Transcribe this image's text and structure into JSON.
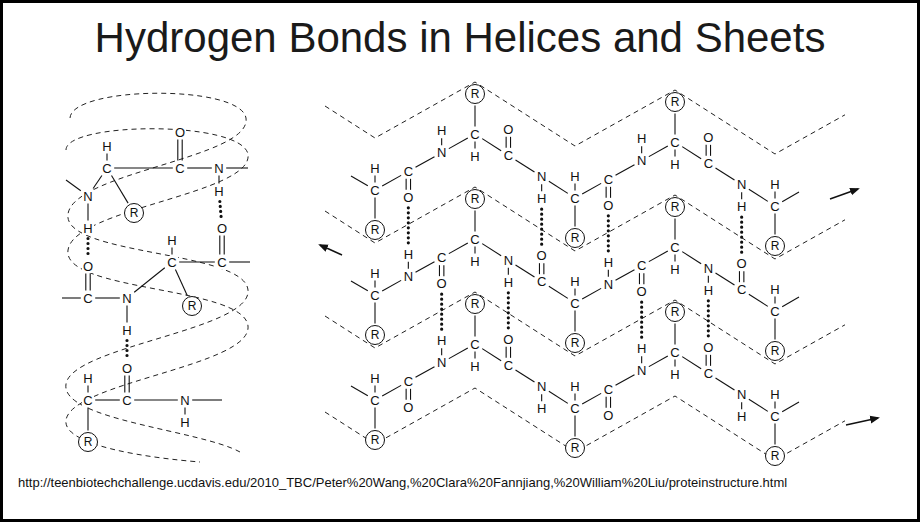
{
  "diagram": {
    "title": "Hydrogen Bonds in Helices and Sheets",
    "caption": "http://teenbiotechchallenge.ucdavis.edu/2010_TBC/Peter%20Wang,%20Clara%20Fannjiang,%20William%20Liu/proteinstructure.html",
    "nodes": [
      {
        "text": [
          "R"
        ]
      },
      {
        "text": [
          "R"
        ]
      },
      {
        "text": [
          "R"
        ]
      },
      {
        "text": [
          "R"
        ]
      },
      {
        "text": [
          "R"
        ]
      },
      {
        "text": [
          "R"
        ]
      },
      {
        "text": [
          "R"
        ]
      },
      {
        "text": [
          "R"
        ]
      },
      {
        "text": [
          "R"
        ]
      },
      {
        "text": [
          "R"
        ]
      },
      {
        "text": [
          "R"
        ]
      },
      {
        "text": [
          "R"
        ]
      },
      {
        "text": [
          "R"
        ]
      },
      {
        "text": [
          "R"
        ]
      },
      {
        "text": [
          "R"
        ]
      },
      {
        "text": [
          "R"
        ]
      },
      {
        "text": [
          "R"
        ]
      },
      {
        "text": [
          "R"
        ]
      }
    ],
    "labels": [
      "H",
      "C",
      "C",
      "O",
      "N",
      "H",
      "N",
      "H",
      "O",
      "C",
      "C",
      "H",
      "N",
      "O",
      "C",
      "H",
      "O",
      "C",
      "N",
      "H",
      "C",
      "H",
      "C",
      "H",
      "C",
      "O",
      "N",
      "H",
      "C",
      "H",
      "C",
      "O",
      "N",
      "H",
      "C",
      "H",
      "C",
      "O",
      "N",
      "H",
      "C",
      "H",
      "C",
      "O",
      "N",
      "H",
      "C",
      "H",
      "C",
      "H",
      "N",
      "H",
      "C",
      "O",
      "C",
      "H",
      "N",
      "H",
      "C",
      "O",
      "C",
      "H",
      "N",
      "H",
      "C",
      "O",
      "C",
      "H",
      "N",
      "H",
      "C",
      "O",
      "C",
      "H",
      "C",
      "H",
      "C",
      "O",
      "N",
      "H",
      "C",
      "H",
      "C",
      "O",
      "N",
      "H",
      "C",
      "H",
      "C",
      "O",
      "N",
      "H",
      "C",
      "H",
      "C",
      "O",
      "N",
      "H",
      "C",
      "H"
    ]
  }
}
